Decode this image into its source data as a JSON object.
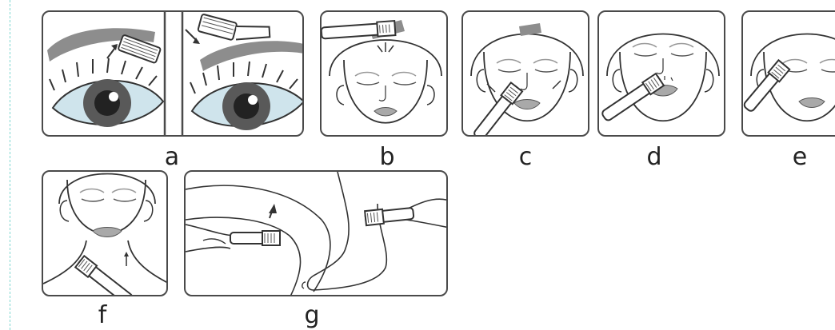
{
  "steps": [
    {
      "label": "a"
    },
    {
      "label": "b"
    },
    {
      "label": "c"
    },
    {
      "label": "d"
    },
    {
      "label": "e"
    },
    {
      "label": "f"
    },
    {
      "label": "g"
    }
  ]
}
